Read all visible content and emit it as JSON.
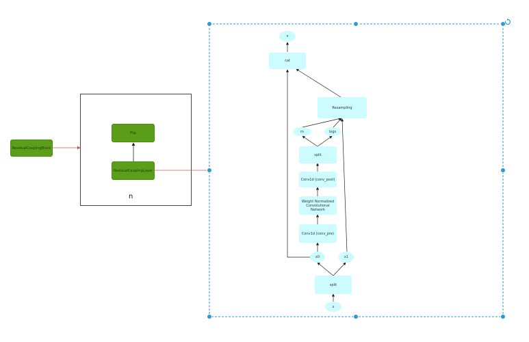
{
  "colors": {
    "green_node": "#5a9e1a",
    "cyan_node": "#ccfcff",
    "red_edge": "#e05050",
    "selection": "#2a9bd6"
  },
  "left": {
    "block_label": "ResidualCouplingBlock",
    "flip_label": "Flip",
    "layer_label": "ResidualCouplingLayer",
    "repeat_label": "n"
  },
  "layer": {
    "x_out": "x",
    "cat": "cat",
    "resampling": "Resampling",
    "m": "m",
    "logs": "logs",
    "split_top": "split",
    "conv_post": "Conv1d (conv_post)",
    "wn_line1": "Weight Normalized",
    "wn_line2": "Convolutional Network",
    "conv_pre": "Conv1d (conv_pre)",
    "x0": "x0",
    "x1": "x1",
    "split_bottom": "split",
    "x_in": "x"
  },
  "icons": {
    "rotate": "rotate-icon"
  }
}
